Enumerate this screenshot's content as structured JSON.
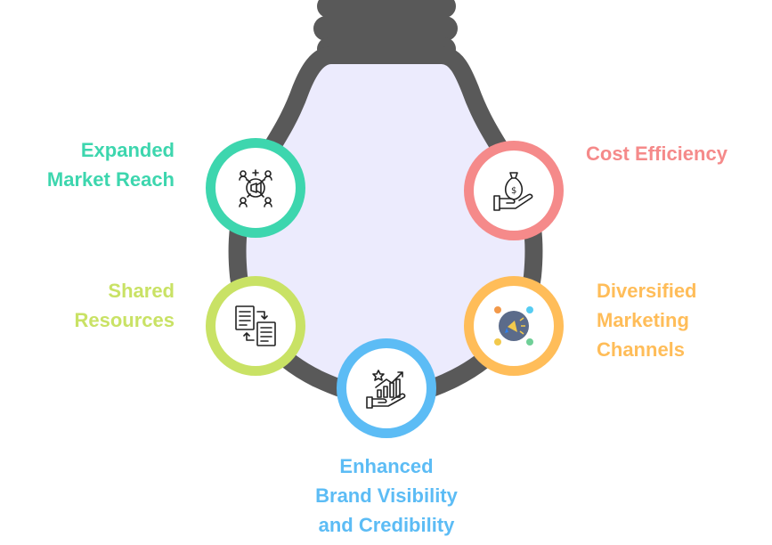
{
  "diagram": {
    "bulb": {
      "bulb_color": "#595959",
      "glass_fill": "#ECEBFD"
    },
    "items": [
      {
        "id": "expanded-market-reach",
        "lines": [
          "Expanded",
          "Market Reach"
        ],
        "color": "#3DD6AE",
        "icon": "megaphone-network-icon"
      },
      {
        "id": "cost-efficiency",
        "lines": [
          "Cost Efficiency"
        ],
        "color": "#F58A8A",
        "icon": "money-bag-hand-icon"
      },
      {
        "id": "shared-resources",
        "lines": [
          "Shared",
          "Resources"
        ],
        "color": "#C9E265",
        "icon": "document-exchange-icon"
      },
      {
        "id": "diversified-marketing-channels",
        "lines": [
          "Diversified",
          "Marketing",
          "Channels"
        ],
        "color": "#FFBD59",
        "icon": "marketing-channels-icon"
      },
      {
        "id": "enhanced-brand-visibility",
        "lines": [
          "Enhanced",
          "Brand Visibility",
          "and Credibility"
        ],
        "color": "#5CBCF5",
        "icon": "growth-chart-hand-icon"
      }
    ]
  }
}
